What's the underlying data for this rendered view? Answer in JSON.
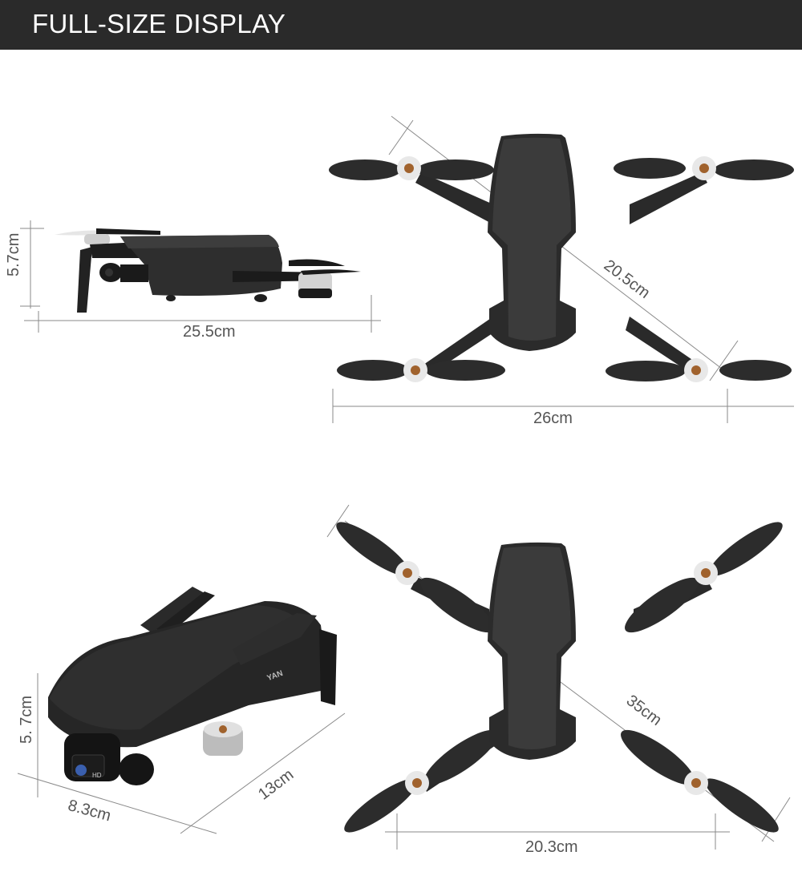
{
  "header": {
    "title": "FULL-SIZE DISPLAY",
    "background_color": "#2a2a2a",
    "text_color": "#ffffff"
  },
  "panels": {
    "side_view": {
      "height_label": "5.7cm",
      "length_label": "25.5cm"
    },
    "top_view_unfolded_compact": {
      "diagonal_label": "20.5cm",
      "width_label": "26cm"
    },
    "folded_view": {
      "height_label": "5. 7cm",
      "width_label": "8.3cm",
      "length_label": "13cm",
      "body_mark": "YAN",
      "camera_label": "HD"
    },
    "top_view_unfolded_full": {
      "diagonal_label": "35cm",
      "width_label": "20.3cm"
    }
  },
  "colors": {
    "dimension_line": "#8a8a8a",
    "dimension_text": "#555555",
    "drone_body": "#2b2b2b",
    "drone_highlight": "#4a4a4a",
    "motor_silver": "#d9d9d9",
    "motor_copper": "#a0622d"
  }
}
